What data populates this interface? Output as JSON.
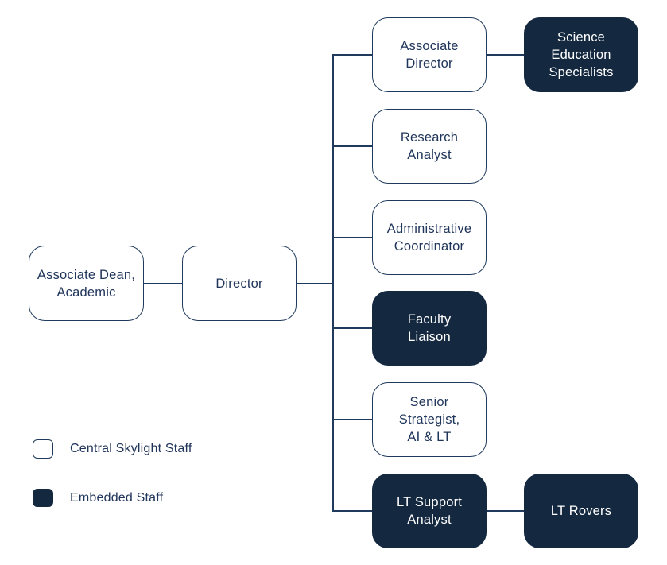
{
  "diagram": {
    "type": "org-chart",
    "background": "#FFFFFF"
  },
  "colors": {
    "navy_fill": "#142840",
    "line": "#1F3A5C",
    "text_dark": "#20355A",
    "text_light": "#FFFFFF"
  },
  "nodes": {
    "associate_dean": {
      "label": "Associate Dean,\nAcademic",
      "staff_type": "central"
    },
    "director": {
      "label": "Director",
      "staff_type": "central"
    },
    "associate_director": {
      "label": "Associate\nDirector",
      "staff_type": "central"
    },
    "science_education_specialists": {
      "label": "Science\nEducation\nSpecialists",
      "staff_type": "embedded"
    },
    "research_analyst": {
      "label": "Research\nAnalyst",
      "staff_type": "central"
    },
    "administrative_coordinator": {
      "label": "Administrative\nCoordinator",
      "staff_type": "central"
    },
    "faculty_liaison": {
      "label": "Faculty\nLiaison",
      "staff_type": "embedded"
    },
    "senior_strategist": {
      "label": "Senior\nStrategist,\nAI & LT",
      "staff_type": "central"
    },
    "lt_support_analyst": {
      "label": "LT Support\nAnalyst",
      "staff_type": "embedded"
    },
    "lt_rovers": {
      "label": "LT Rovers",
      "staff_type": "embedded"
    }
  },
  "edges": [
    {
      "from": "associate_dean",
      "to": "director"
    },
    {
      "from": "director",
      "to": "associate_director"
    },
    {
      "from": "director",
      "to": "research_analyst"
    },
    {
      "from": "director",
      "to": "administrative_coordinator"
    },
    {
      "from": "director",
      "to": "faculty_liaison"
    },
    {
      "from": "director",
      "to": "senior_strategist"
    },
    {
      "from": "director",
      "to": "lt_support_analyst"
    },
    {
      "from": "associate_director",
      "to": "science_education_specialists"
    },
    {
      "from": "lt_support_analyst",
      "to": "lt_rovers"
    }
  ],
  "legend": {
    "central": {
      "label": "Central Skylight Staff"
    },
    "embedded": {
      "label": "Embedded Staff"
    }
  }
}
